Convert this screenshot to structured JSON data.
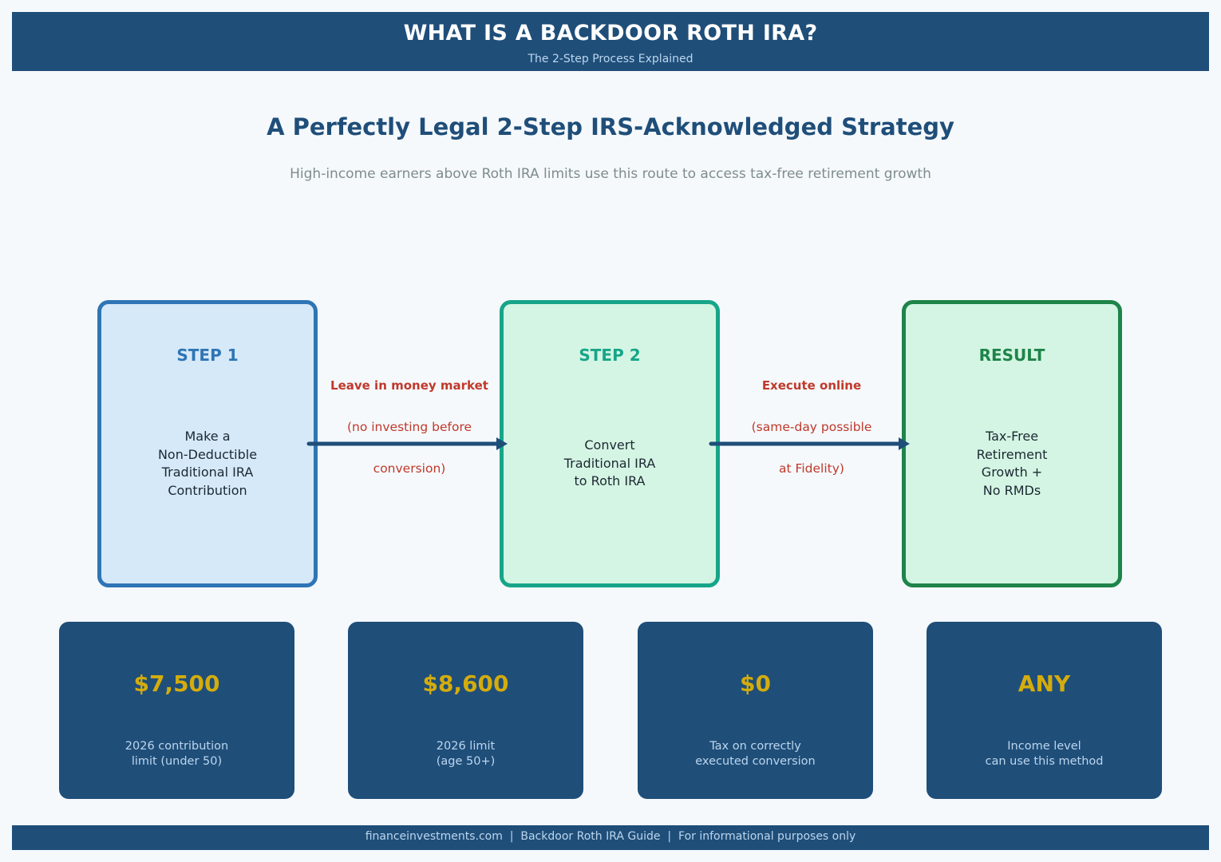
{
  "header": {
    "title": "WHAT IS A BACKDOOR ROTH IRA?",
    "subtitle": "The 2-Step Process Explained"
  },
  "main": {
    "title": "A Perfectly Legal 2-Step IRS-Acknowledged Strategy",
    "subtitle": "High-income earners above Roth IRA limits use this route to access tax-free retirement growth"
  },
  "steps": [
    {
      "label": "STEP 1",
      "description": "Make a\nNon-Deductible\nTraditional IRA\nContribution",
      "border_color": "#2e75b6",
      "fill_color": "#d6e9f8"
    },
    {
      "label": "STEP 2",
      "description": "Convert\nTraditional IRA\nto Roth IRA",
      "border_color": "#17a589",
      "fill_color": "#d4f5e3"
    },
    {
      "label": "RESULT",
      "description": "Tax-Free\nRetirement\nGrowth +\nNo RMDs",
      "border_color": "#1e8449",
      "fill_color": "#d4f5e3"
    }
  ],
  "arrows": [
    {
      "title": "Leave in money market",
      "line1": "(no investing before",
      "line2": "conversion)"
    },
    {
      "title": "Execute online",
      "line1": "(same-day possible",
      "line2": "at Fidelity)"
    }
  ],
  "stats": [
    {
      "value": "$7,500",
      "caption": "2026 contribution\nlimit (under 50)"
    },
    {
      "value": "$8,600",
      "caption": "2026 limit\n(age 50+)"
    },
    {
      "value": "$0",
      "caption": "Tax on correctly\nexecuted conversion"
    },
    {
      "value": "ANY",
      "caption": "Income level\ncan use this method"
    }
  ],
  "footer": {
    "text": "financeinvestments.com  |  Backdoor Roth IRA Guide  |  For informational purposes only"
  },
  "colors": {
    "navy": "#1f4e79",
    "gold": "#d4ac0d",
    "red": "#c0392b",
    "background": "#f5f9fc"
  }
}
